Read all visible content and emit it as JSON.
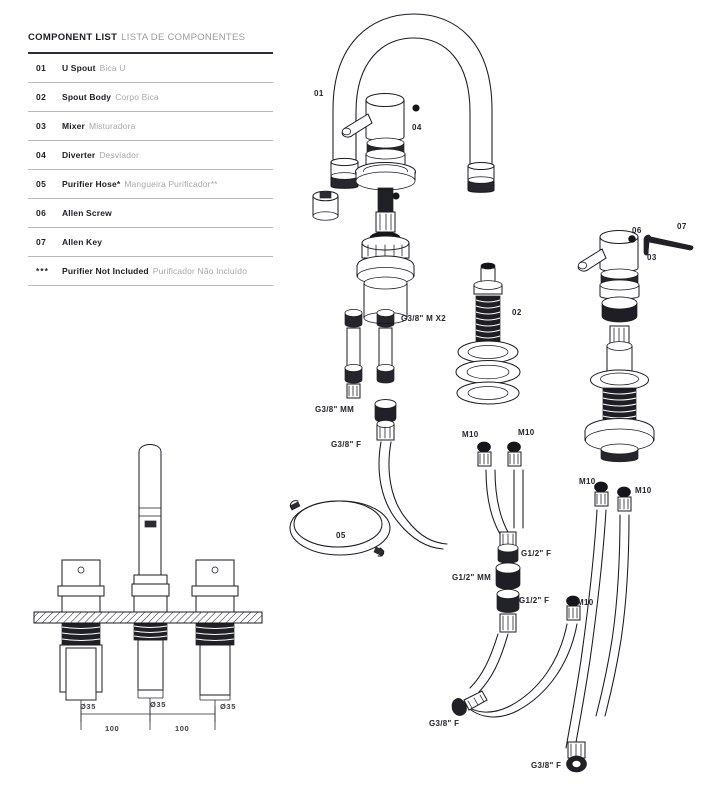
{
  "component_list": {
    "header_en": "COMPONENT LIST",
    "header_pt": "LISTA DE COMPONENTES",
    "items": [
      {
        "num": "01",
        "en": "U Spout",
        "pt": "Bica U"
      },
      {
        "num": "02",
        "en": "Spout Body",
        "pt": "Corpo Bica"
      },
      {
        "num": "03",
        "en": "Mixer",
        "pt": "Misturadora"
      },
      {
        "num": "04",
        "en": "Diverter",
        "pt": "Desviador"
      },
      {
        "num": "05",
        "en": "Purifier Hose*",
        "pt": "Mangueira Purificador**"
      },
      {
        "num": "06",
        "en": "Allen Screw",
        "pt": ""
      },
      {
        "num": "07",
        "en": "Allen Key",
        "pt": ""
      },
      {
        "num": "***",
        "en": "Purifier Not Included",
        "pt": "Purificador Não Incluído"
      }
    ]
  },
  "callouts": {
    "c01": "01",
    "c04": "04",
    "c02": "02",
    "c05": "05",
    "c03": "03",
    "c06": "06",
    "c07": "07"
  },
  "threads": {
    "g38_m_x2": "G3/8\" M X2",
    "g38_mm": "G3/8\" MM",
    "g38_f_left": "G3/8\" F",
    "m10_a": "M10",
    "m10_b": "M10",
    "m10_right_a": "M10",
    "m10_right_b": "M10",
    "m10_right_c": "M10",
    "g12_f_top": "G1/2\" F",
    "g12_mm": "G1/2\" MM",
    "g12_f_bot": "G1/2\" F",
    "g38_f_bot_left": "G3/8\" F",
    "g38_f_bot_right": "G3/8\" F"
  },
  "installation": {
    "hole_1": "Ø35",
    "hole_2": "Ø35",
    "hole_3": "Ø35",
    "span_left": "100",
    "span_right": "100"
  },
  "colors": {
    "ink": "#1a1a22",
    "text_dark": "#1c1c26",
    "text_light": "#a6a6b0",
    "rule_dark": "#2c2c36",
    "rule_light": "#b9b9c2"
  }
}
